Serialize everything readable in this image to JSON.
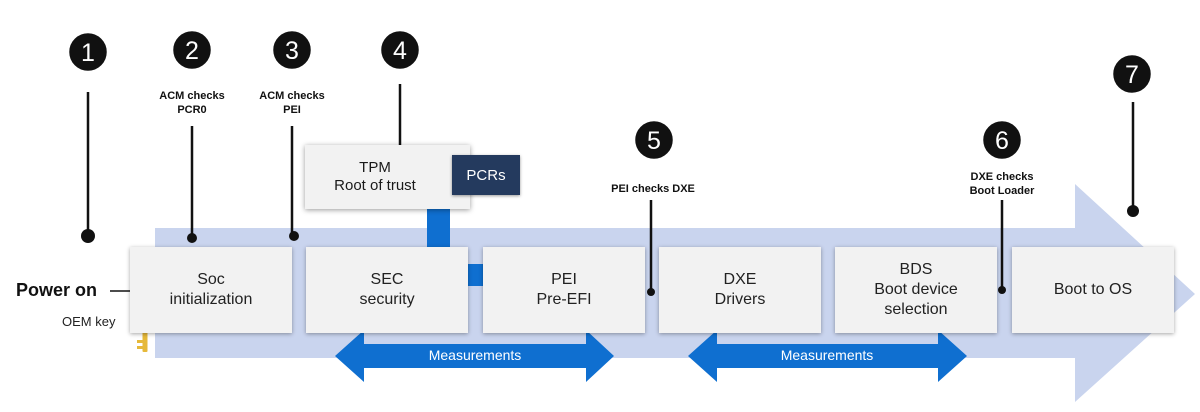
{
  "power_on_label": "Power on",
  "oem_key_label": "OEM key",
  "steps": [
    {
      "number": "1",
      "label": ""
    },
    {
      "number": "2",
      "label_line1": "ACM checks",
      "label_line2": "PCR0"
    },
    {
      "number": "3",
      "label_line1": "ACM checks",
      "label_line2": "PEI"
    },
    {
      "number": "4",
      "label": ""
    },
    {
      "number": "5",
      "label_line1": "PEI checks DXE"
    },
    {
      "number": "6",
      "label_line1": "DXE checks",
      "label_line2": "Boot Loader"
    },
    {
      "number": "7",
      "label": ""
    }
  ],
  "stages": [
    {
      "line1": "Soc",
      "line2": "initialization"
    },
    {
      "line1": "SEC",
      "line2": "security"
    },
    {
      "line1": "PEI",
      "line2": "Pre-EFI"
    },
    {
      "line1": "DXE",
      "line2": "Drivers"
    },
    {
      "line1": "BDS",
      "line2": "Boot device",
      "line3": "selection"
    },
    {
      "line1": "Boot to OS"
    }
  ],
  "tpm": {
    "line1": "TPM",
    "line2": "Root of trust",
    "pcrs": "PCRs"
  },
  "measurements": [
    "Measurements",
    "Measurements"
  ],
  "colors": {
    "band": "#c9d4ee",
    "stage_box": "#f2f2f2",
    "pcrs_box": "#243a5e",
    "blue_arrow": "#0f6fd0",
    "circle": "#111111",
    "key": "#e6b93a"
  }
}
